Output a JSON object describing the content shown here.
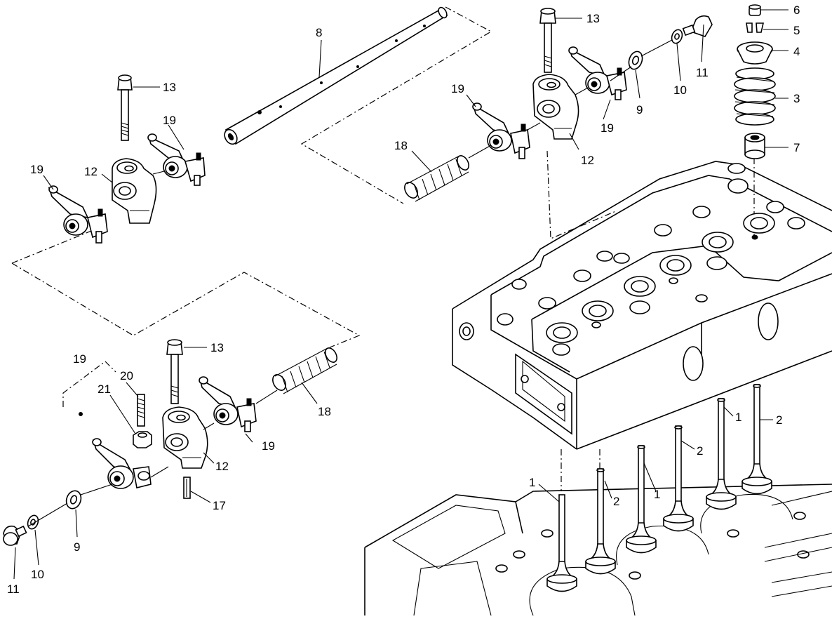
{
  "diagram": {
    "callouts": [
      {
        "id": "c-8",
        "text": "8"
      },
      {
        "id": "c-13-a",
        "text": "13"
      },
      {
        "id": "c-19-a",
        "text": "19"
      },
      {
        "id": "c-19-b",
        "text": "19"
      },
      {
        "id": "c-12-a",
        "text": "12"
      },
      {
        "id": "c-13-b",
        "text": "13"
      },
      {
        "id": "c-19-c",
        "text": "19"
      },
      {
        "id": "c-18-a",
        "text": "18"
      },
      {
        "id": "c-12-b",
        "text": "12"
      },
      {
        "id": "c-19-d",
        "text": "19"
      },
      {
        "id": "c-9-a",
        "text": "9"
      },
      {
        "id": "c-10-a",
        "text": "10"
      },
      {
        "id": "c-11-a",
        "text": "11"
      },
      {
        "id": "c-6",
        "text": "6"
      },
      {
        "id": "c-5",
        "text": "5"
      },
      {
        "id": "c-4",
        "text": "4"
      },
      {
        "id": "c-3",
        "text": "3"
      },
      {
        "id": "c-7",
        "text": "7"
      },
      {
        "id": "c-13-c",
        "text": "13"
      },
      {
        "id": "c-19-e",
        "text": "19"
      },
      {
        "id": "c-20",
        "text": "20"
      },
      {
        "id": "c-21",
        "text": "21"
      },
      {
        "id": "c-18-b",
        "text": "18"
      },
      {
        "id": "c-19-f",
        "text": "19"
      },
      {
        "id": "c-12-c",
        "text": "12"
      },
      {
        "id": "c-17",
        "text": "17"
      },
      {
        "id": "c-9-b",
        "text": "9"
      },
      {
        "id": "c-10-b",
        "text": "10"
      },
      {
        "id": "c-11-b",
        "text": "11"
      },
      {
        "id": "c-1-a",
        "text": "1"
      },
      {
        "id": "c-2-a",
        "text": "2"
      },
      {
        "id": "c-2-b",
        "text": "2"
      },
      {
        "id": "c-1-b",
        "text": "1"
      },
      {
        "id": "c-1-c",
        "text": "1"
      },
      {
        "id": "c-2-c",
        "text": "2"
      }
    ]
  }
}
